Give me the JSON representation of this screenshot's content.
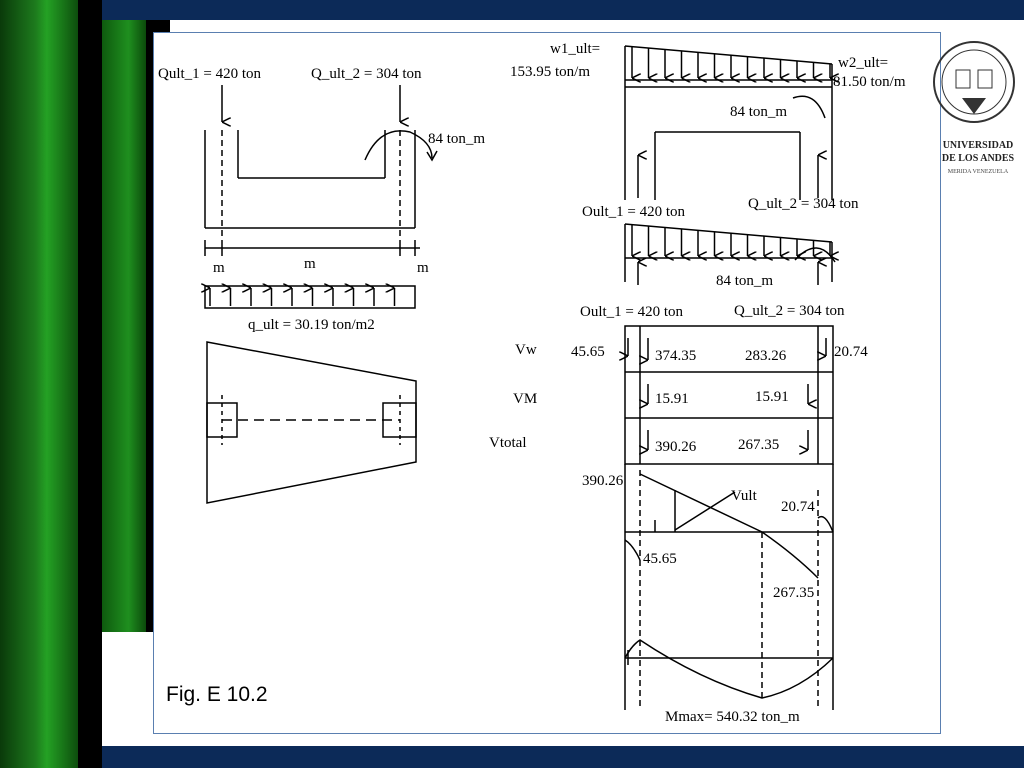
{
  "figure": {
    "caption": "Fig. E 10.2"
  },
  "logo": {
    "line1": "UNIVERSIDAD",
    "line2": "DE LOS ANDES",
    "line3": "MERIDA VENEZUELA"
  },
  "left": {
    "q1_label": "Qult_1 = 420 ton",
    "q2_label": "Q_ult_2 = 304 ton",
    "moment_label": "84 ton_m",
    "dim_left": "m",
    "dim_mid": "m",
    "dim_right": "m",
    "pressure_label": "q_ult = 30.19  ton/m2"
  },
  "right": {
    "w1_label_a": "w1_ult=",
    "w1_label_b": "153.95 ton/m",
    "w2_label_a": "w2_ult=",
    "w2_label_b": "81.50 ton/m",
    "moment_label_1": "84 ton_m",
    "reaction_1": "Oult_1 = 420 ton",
    "reaction_2": "Q_ult_2 = 304 ton",
    "moment_label_2": "84 ton_m",
    "reaction_3": "Oult_1 = 420 ton",
    "reaction_4": "Q_ult_2 = 304 ton"
  },
  "table": {
    "row_vw_label": "Vw",
    "row_vm_label": "VM",
    "row_vtotal_label": "Vtotal",
    "vw_left": "45.65",
    "vw_a": "374.35",
    "vw_b": "283.26",
    "vw_right": "20.74",
    "vm_a": "15.91",
    "vm_b": "15.91",
    "vt_a": "390.26",
    "vt_b": "267.35"
  },
  "shear": {
    "top_left": "390.26",
    "label": "Vult",
    "right_top": "20.74",
    "left_bottom": "45.65",
    "right_bottom": "267.35"
  },
  "moment": {
    "mmax": "Mmax= 540.32 ton_m"
  }
}
